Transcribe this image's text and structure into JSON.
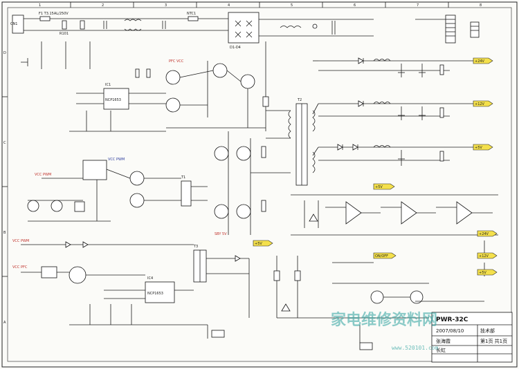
{
  "grid": {
    "columns": [
      "1",
      "2",
      "3",
      "4",
      "5",
      "6",
      "7",
      "8"
    ],
    "rows": [
      "D",
      "C",
      "B",
      "A"
    ]
  },
  "input": {
    "connector": "CN1",
    "fuse": "F1 T3.15AL/250V",
    "varistor": "R101",
    "thermistor": "NTC1",
    "bridge": "D1-D4"
  },
  "pfc_chip": {
    "ref": "IC1",
    "type": "NCP1653"
  },
  "pwm_chip": {
    "ref": "IC4",
    "type": "NCP1653"
  },
  "transformers": [
    "T1",
    "T2",
    "T3"
  ],
  "nets": {
    "vcc_pfc": "VCC PFC",
    "vcc_pwm": "VCC PWM",
    "pfc_vcc": "PFC VCC",
    "sby": "SBY 5V"
  },
  "rail_tags": [
    "+24V",
    "+24V",
    "+12V",
    "+12V",
    "+5V",
    "+5V",
    "+5V",
    "+5V",
    "ON/OFF"
  ],
  "title_block": {
    "model": "PWR-32C",
    "date": "2007/08/10",
    "drawn": "张海霞",
    "sheet": "第1页 共1页",
    "dept": "技术部",
    "company": "长虹"
  },
  "watermark": {
    "text": "家电维修资料网",
    "url": "www.520101.com"
  }
}
